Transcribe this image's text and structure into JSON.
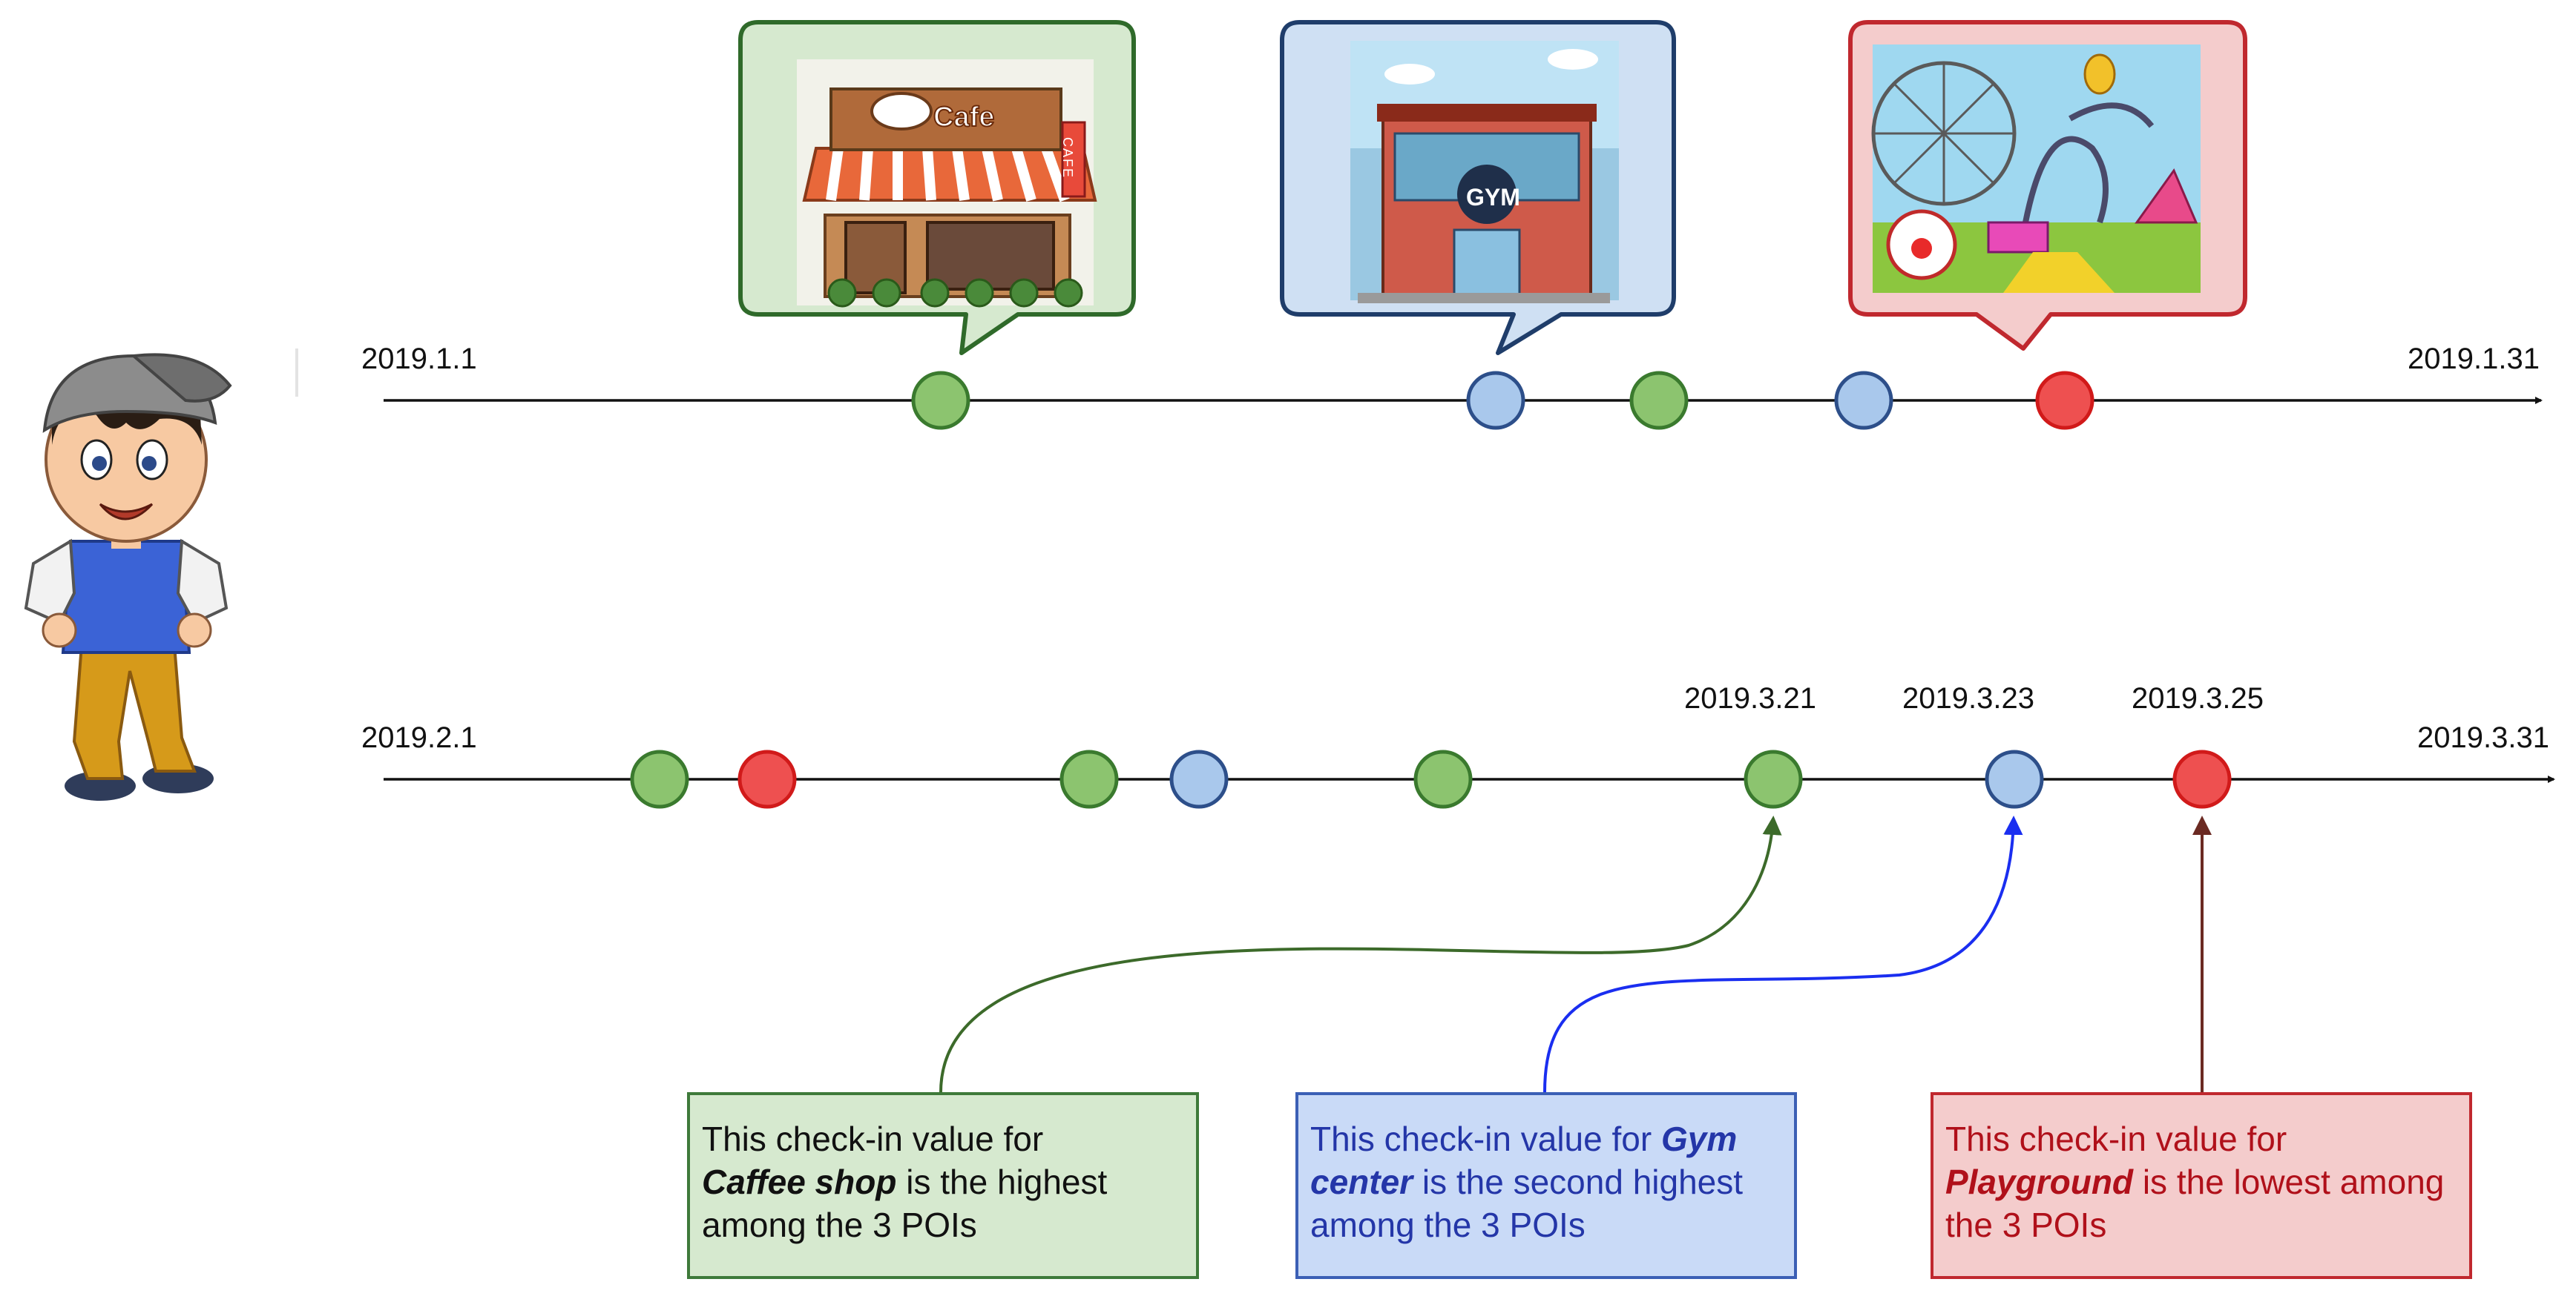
{
  "timeline_top": {
    "start_label": "2019.1.1",
    "end_label": "2019.1.31",
    "checkins": [
      "cafe",
      "gym",
      "cafe",
      "gym",
      "playground"
    ]
  },
  "timeline_bottom": {
    "start_label": "2019.2.1",
    "end_label": "2019.3.31",
    "checkins": [
      "cafe",
      "playground",
      "cafe",
      "gym",
      "cafe",
      "cafe",
      "gym",
      "playground"
    ],
    "highlight_dates": [
      "2019.3.21",
      "2019.3.23",
      "2019.3.25"
    ]
  },
  "poi_pictures": {
    "cafe": {
      "sign_text": "Cafe",
      "side_sign": "CAFE",
      "icon": "cafe-storefront-illustration"
    },
    "gym": {
      "sign_text": "GYM",
      "icon": "gym-building-illustration"
    },
    "playground": {
      "icon": "amusement-park-illustration"
    }
  },
  "notes": {
    "cafe": {
      "pre": "This check-in value for",
      "bold": "Caffee shop",
      "post": "is the highest among the 3 POIs"
    },
    "gym": {
      "pre": "This check-in value for",
      "bold": "Gym center",
      "post": "is the second highest among the 3 POIs"
    },
    "playground": {
      "pre": "This check-in value for",
      "bold": "Playground",
      "post": "is the lowest among the 3 POIs"
    }
  },
  "colors": {
    "cafe_fill": "#8cc46f",
    "cafe_stroke": "#3a7a2e",
    "gym_fill": "#a9c8ec",
    "gym_stroke": "#2d4f8a",
    "playground_fill": "#ee5050",
    "playground_stroke": "#d11a1a",
    "arrow_cafe": "#3c6a2a",
    "arrow_gym": "#1a2ef0",
    "arrow_playground": "#6b2a22"
  },
  "character": {
    "icon": "boy-with-cap-illustration"
  }
}
